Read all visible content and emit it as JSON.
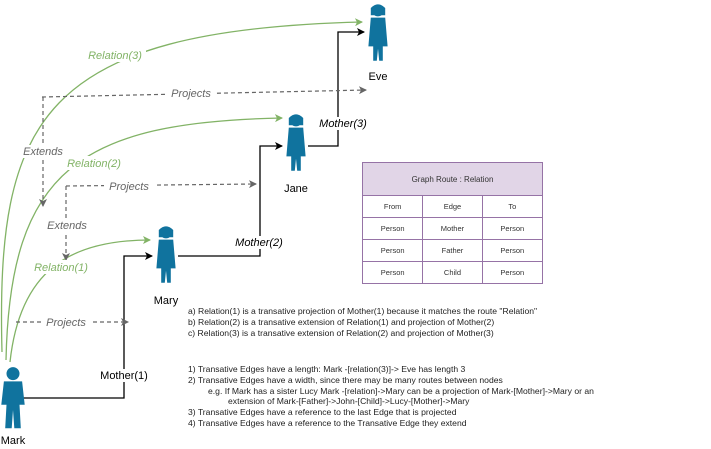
{
  "people": {
    "eve": "Eve",
    "jane": "Jane",
    "mary": "Mary",
    "mark": "Mark"
  },
  "edges": {
    "mother3": "Mother(3)",
    "mother2": "Mother(2)",
    "mother1": "Mother(1)",
    "relation3": "Relation(3)",
    "relation2": "Relation(2)",
    "relation1": "Relation(1)",
    "projects": "Projects",
    "extends": "Extends"
  },
  "table": {
    "title": "Graph Route : Relation",
    "headers": [
      "From",
      "Edge",
      "To"
    ],
    "rows": [
      [
        "Person",
        "Mother",
        "Person"
      ],
      [
        "Person",
        "Father",
        "Person"
      ],
      [
        "Person",
        "Child",
        "Person"
      ]
    ]
  },
  "notes_abc": [
    "a) Relation(1) is a transative projection of Mother(1) because it matches the route \"Relation\"",
    "b) Relation(2) is a transative extension of Relation(1) and projection of Mother(2)",
    "c) Relation(3) is a transative extension of Relation(2) and projection of Mother(3)"
  ],
  "notes_num": {
    "n1": "1) Transative Edges have a length: Mark -[relation(3)]-> Eve has length 3",
    "n2": "2) Transative Edges have a width, since there may be many routes between nodes",
    "n2a": "e.g. If Mark has a sister Lucy Mark -[relation]->Mary can be a projection of Mark-[Mother]->Mary or an",
    "n2b": "extension of Mark-[Father]->John-[Child]->Lucy-[Mother]->Mary",
    "n3": "3) Transative Edges have a reference to the last Edge that is projected",
    "n4": "4) Transative Edges have a reference to the Transative Edge they extend"
  },
  "colors": {
    "person": "#10739e",
    "green": "#82b366",
    "green_text": "#82b366",
    "gray": "#666666",
    "black": "#000000",
    "table_header": "#e1d5e7",
    "table_border": "#9673a6"
  },
  "icons": [
    "person-icon",
    "arrowhead-icon"
  ]
}
